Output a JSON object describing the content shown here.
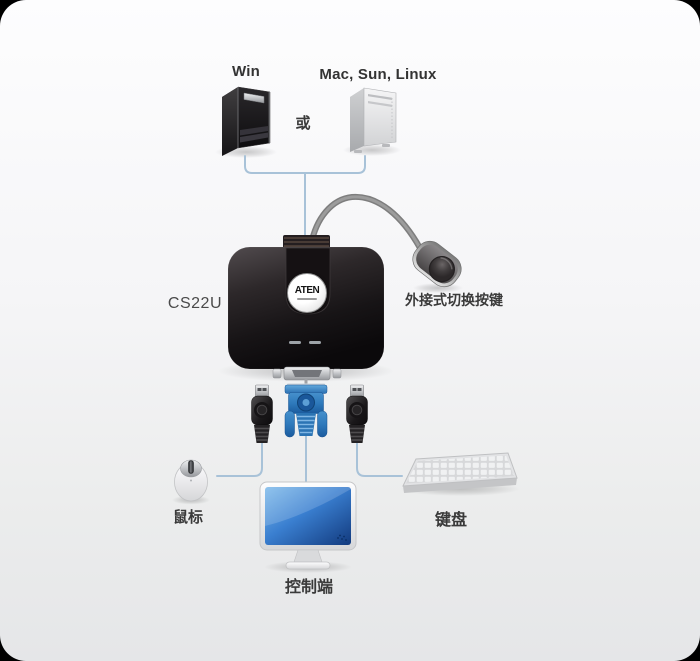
{
  "diagram": {
    "type": "kvm-switch-connection-diagram",
    "labels": {
      "win": "Win",
      "mac_sun_linux": "Mac, Sun, Linux",
      "or": "或",
      "model": "CS22U",
      "brand": "ATEN",
      "remote_button": "外接式切换按键",
      "mouse": "鼠标",
      "console": "控制端",
      "keyboard": "键盘"
    },
    "colors": {
      "frame": "#000000",
      "background_top": "#fdfdfe",
      "background_bottom": "#e5e6e8",
      "connection_line": "#a8c2d8",
      "remote_cable": "#909090",
      "device_body": "#1a1517",
      "vga_blue": "#2e7bbf",
      "label_text": "#3a3a3a",
      "led": "#9da3a8"
    }
  }
}
